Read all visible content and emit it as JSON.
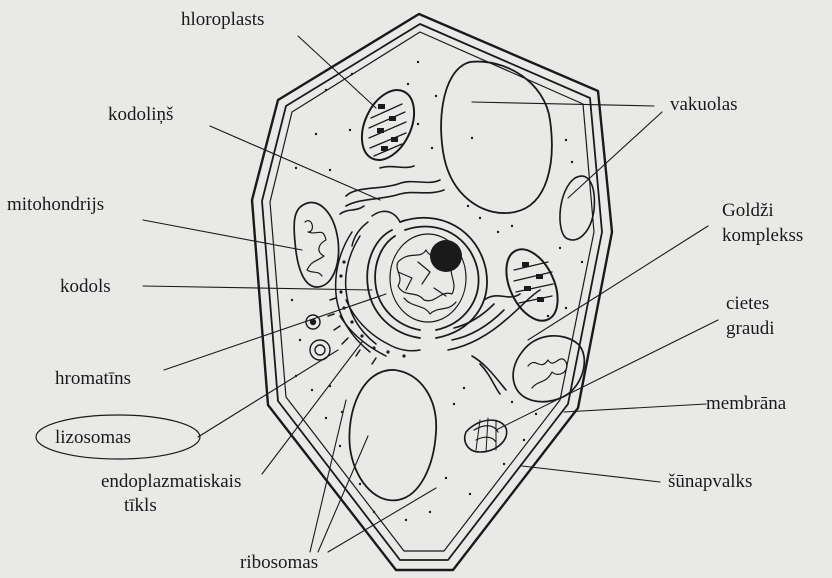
{
  "labels": {
    "chloroplast": "hloroplasts",
    "nucleolus": "kodoliņš",
    "mitochondria": "mitohondrijs",
    "nucleus": "kodols",
    "chromatin": "hromatīns",
    "lysosomes": "lizosomas",
    "er_line1": "endoplazmatiskais",
    "er_line2": "tīkls",
    "ribosomes": "ribosomas",
    "vacuole": "vakuolas",
    "golgi_line1": "Goldži",
    "golgi_line2": "komplekss",
    "starch_line1": "cietes",
    "starch_line2": "graudi",
    "membrane": "membrāna",
    "cell_wall": "šūnapvalks"
  },
  "colors": {
    "ink": "#1a1a1a",
    "background": "#e9e9e8"
  }
}
